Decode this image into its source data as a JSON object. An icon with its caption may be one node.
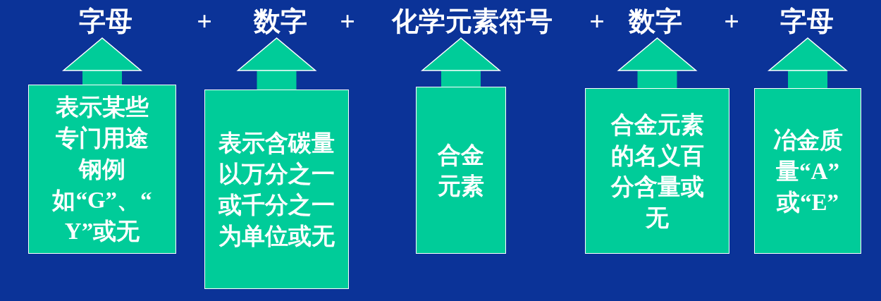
{
  "diagram": {
    "nodes": [
      {
        "text": [
          "字母"
        ]
      },
      {
        "text": [
          "数字"
        ]
      },
      {
        "text": [
          "化学元素符号"
        ]
      },
      {
        "text": [
          "数字"
        ]
      },
      {
        "text": [
          "字母"
        ]
      },
      {
        "text": [
          "表示某些专门用途钢例如“G”、“Y”或无"
        ]
      },
      {
        "text": [
          "表示含碳量以万分之一或千分之一为单位或无"
        ]
      },
      {
        "text": [
          "合金元素"
        ]
      },
      {
        "text": [
          "合金元素的名义百分含量或无"
        ]
      },
      {
        "text": [
          "冶金质量“A”或“E”"
        ]
      }
    ],
    "edges": [
      {
        "from": 5,
        "to": 0,
        "arrow": "to"
      },
      {
        "from": 6,
        "to": 1,
        "arrow": "to"
      },
      {
        "from": 7,
        "to": 2,
        "arrow": "to"
      },
      {
        "from": 8,
        "to": 3,
        "arrow": "to"
      },
      {
        "from": 9,
        "to": 4,
        "arrow": "to"
      }
    ],
    "labels": [
      "+",
      "+",
      "+",
      "+"
    ]
  }
}
